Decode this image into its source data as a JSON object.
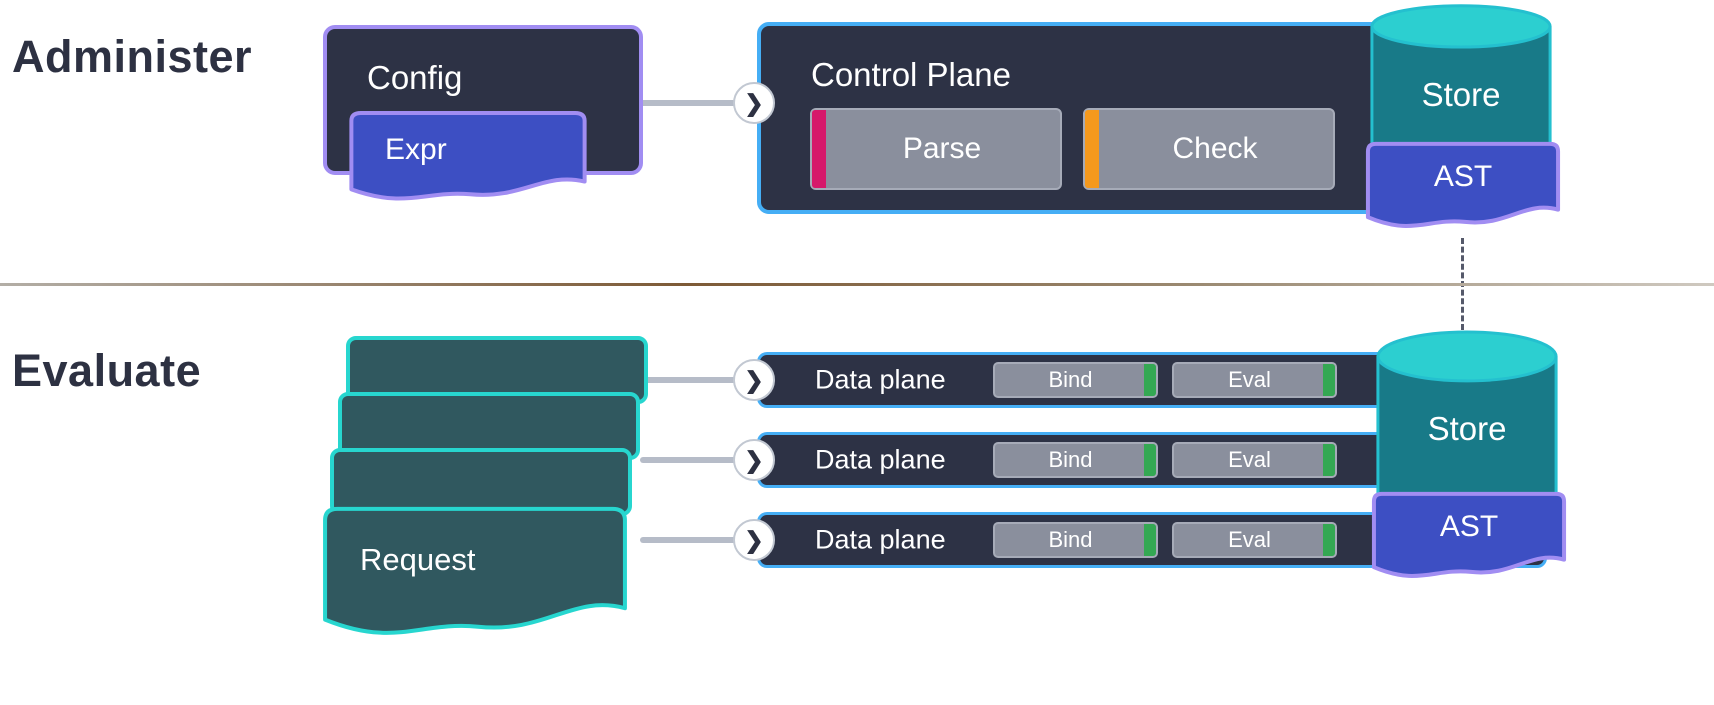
{
  "colors": {
    "navy_box": "#2d3245",
    "purple_border": "#a18df2",
    "blue_border": "#45aef5",
    "indigo_doc": "#3d4fc3",
    "teal_border": "#27d6cf",
    "teal_doc": "#30585f",
    "cylinder_top": "#2ccfd0",
    "cylinder_body": "#187a88",
    "gray_stage": "#8a8f9d",
    "parse_accent": "#d6186a",
    "check_accent": "#f5991d",
    "bind_eval_accent": "#34a853"
  },
  "icons": {
    "chevron": "❯"
  },
  "administer": {
    "heading": "Administer",
    "config": {
      "label": "Config"
    },
    "expr_doc": {
      "label": "Expr"
    },
    "control_plane": {
      "label": "Control Plane",
      "stages": [
        {
          "label": "Parse"
        },
        {
          "label": "Check"
        }
      ]
    },
    "store": {
      "label": "Store"
    },
    "ast_doc": {
      "label": "AST"
    }
  },
  "evaluate": {
    "heading": "Evaluate",
    "request_doc": {
      "label": "Request"
    },
    "data_planes": [
      {
        "label": "Data plane",
        "stages": [
          {
            "label": "Bind"
          },
          {
            "label": "Eval"
          }
        ]
      },
      {
        "label": "Data plane",
        "stages": [
          {
            "label": "Bind"
          },
          {
            "label": "Eval"
          }
        ]
      },
      {
        "label": "Data plane",
        "stages": [
          {
            "label": "Bind"
          },
          {
            "label": "Eval"
          }
        ]
      }
    ],
    "store": {
      "label": "Store"
    },
    "ast_doc": {
      "label": "AST"
    }
  }
}
